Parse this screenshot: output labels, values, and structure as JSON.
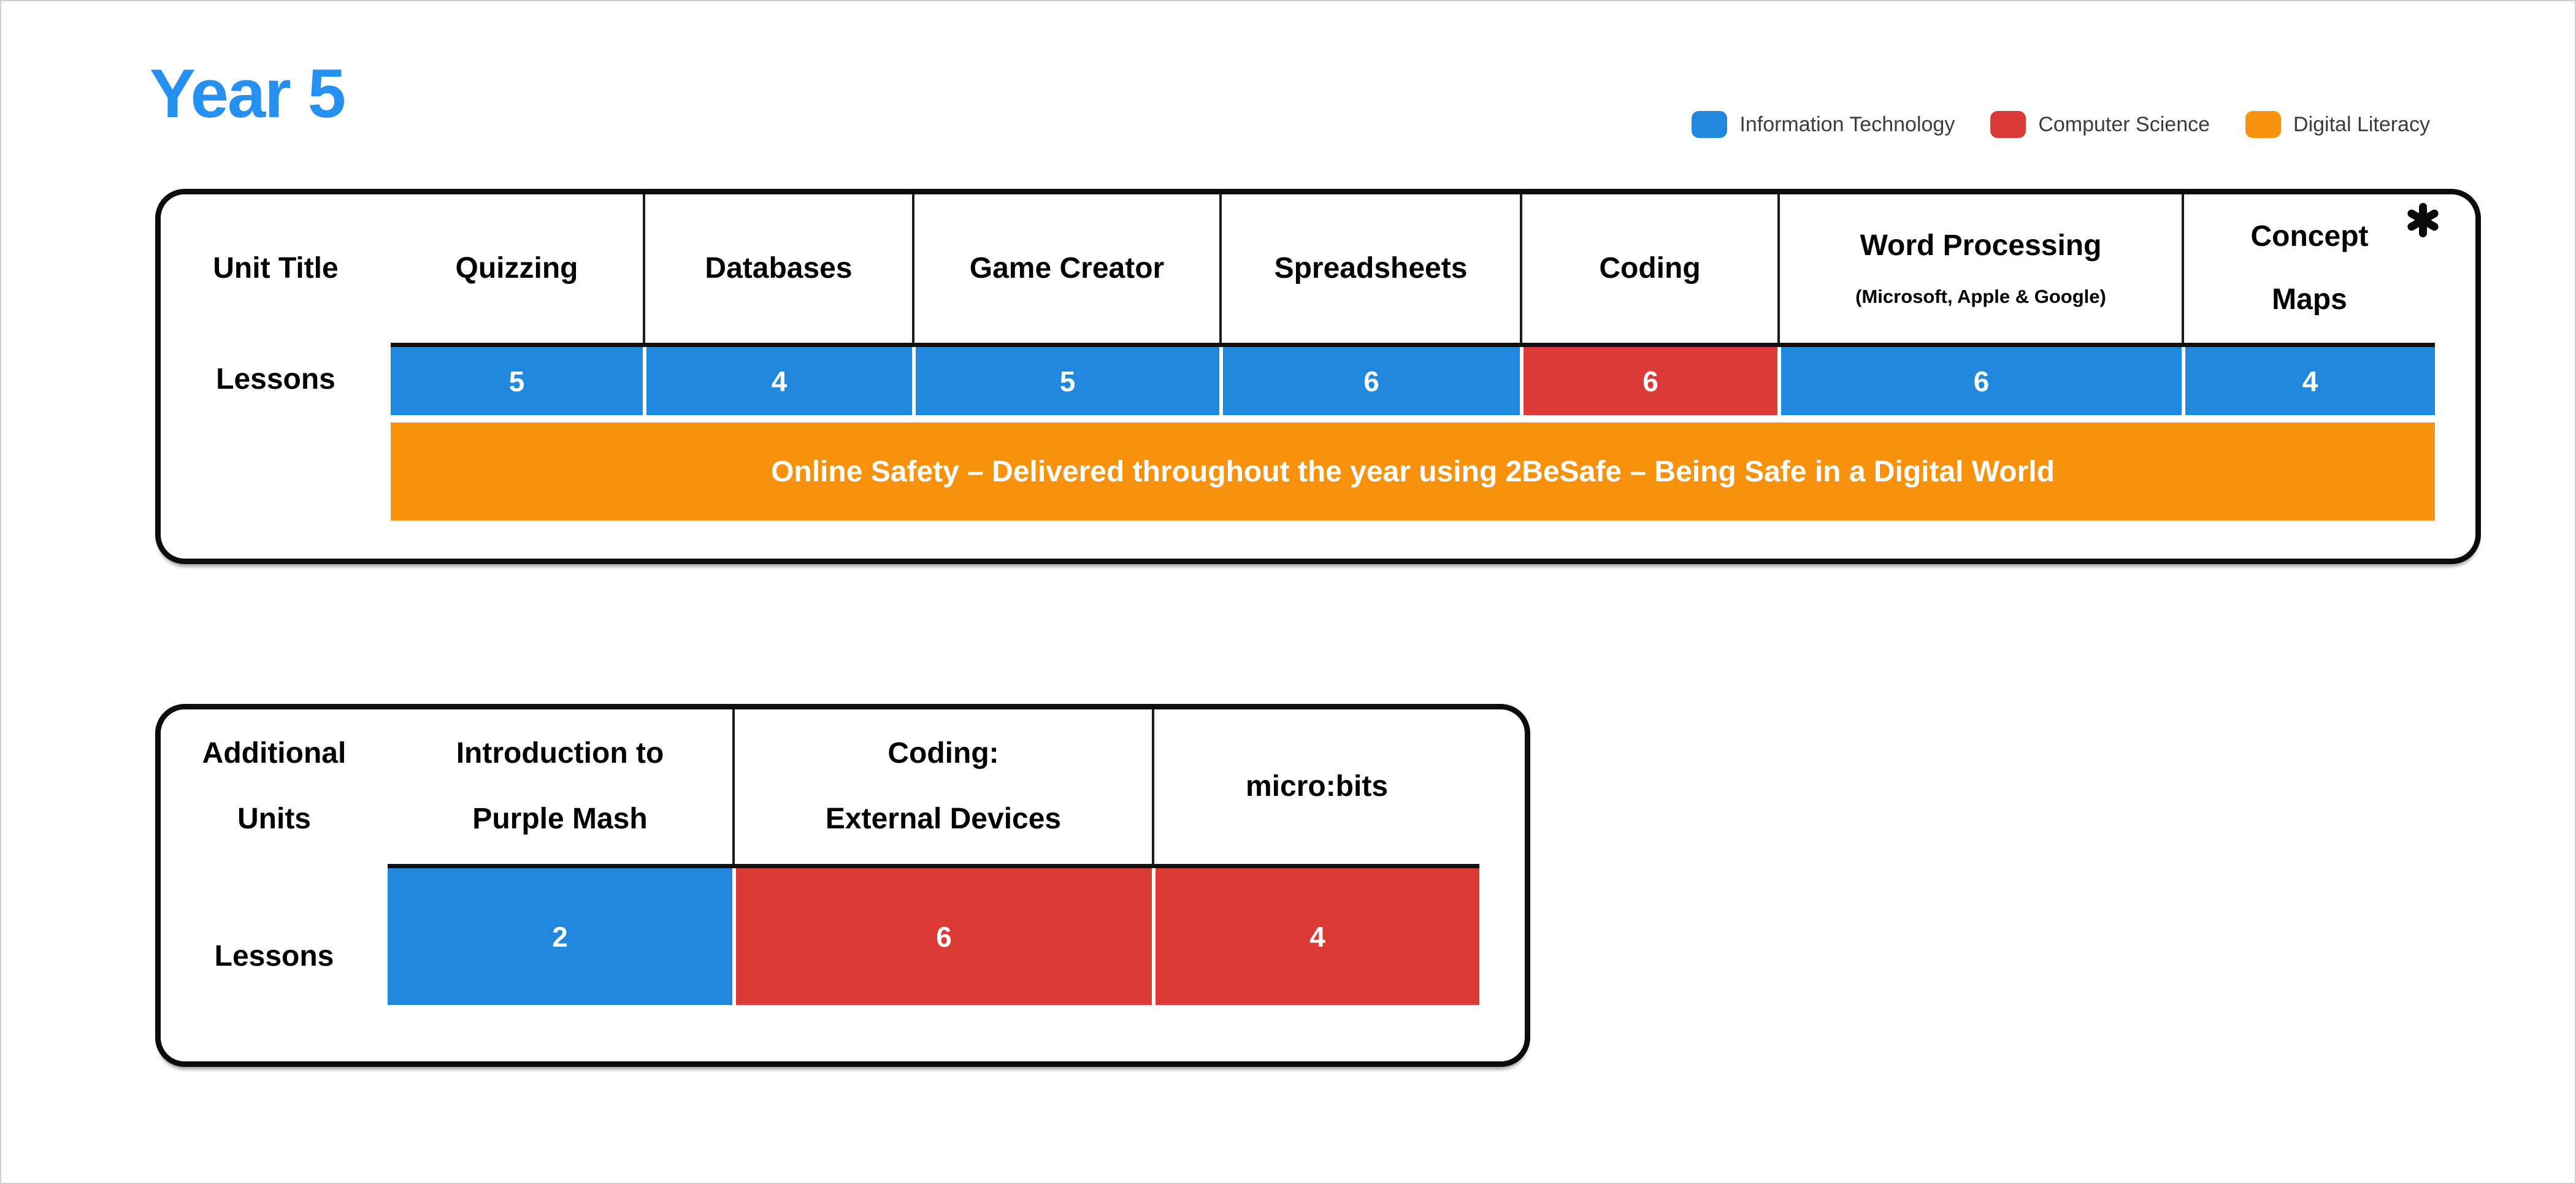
{
  "page": {
    "title": "Year 5"
  },
  "colors": {
    "information_technology": "#1f87dc",
    "computer_science": "#db3a36",
    "digital_literacy": "#f8920d",
    "title_blue": "#2590f0"
  },
  "legend": {
    "items": [
      {
        "id": "information-technology",
        "label": "Information Technology",
        "color": "#1f87dc"
      },
      {
        "id": "computer-science",
        "label": "Computer Science",
        "color": "#db3a36"
      },
      {
        "id": "digital-literacy",
        "label": "Digital Literacy",
        "color": "#f8920d"
      }
    ]
  },
  "main_table": {
    "unit_title_label": "Unit Title",
    "lessons_label": "Lessons",
    "units": [
      {
        "title": "Quizzing",
        "lessons": "5",
        "category": "information_technology"
      },
      {
        "title": "Databases",
        "lessons": "4",
        "category": "information_technology"
      },
      {
        "title": "Game Creator",
        "lessons": "5",
        "category": "information_technology"
      },
      {
        "title": "Spreadsheets",
        "lessons": "6",
        "category": "information_technology"
      },
      {
        "title": "Coding",
        "lessons": "6",
        "category": "computer_science"
      },
      {
        "title": "Word Processing",
        "subtitle": "(Microsoft, Apple & Google)",
        "lessons": "6",
        "category": "information_technology"
      },
      {
        "title": "Concept Maps",
        "title_lines": [
          "Concept",
          "Maps"
        ],
        "note_marker": "✱",
        "lessons": "4",
        "category": "information_technology"
      }
    ],
    "online_safety_banner": "Online Safety – Delivered throughout the year using 2BeSafe – Being Safe in a Digital World"
  },
  "additional_table": {
    "units_label_lines": [
      "Additional",
      "Units"
    ],
    "lessons_label": "Lessons",
    "units": [
      {
        "title": "Introduction to Purple Mash",
        "title_lines": [
          "Introduction to",
          "Purple Mash"
        ],
        "lessons": "2",
        "category": "information_technology"
      },
      {
        "title": "Coding: External Devices",
        "title_lines": [
          "Coding:",
          "External Devices"
        ],
        "lessons": "6",
        "category": "computer_science"
      },
      {
        "title": "micro:bits",
        "lessons": "4",
        "category": "computer_science"
      }
    ]
  }
}
